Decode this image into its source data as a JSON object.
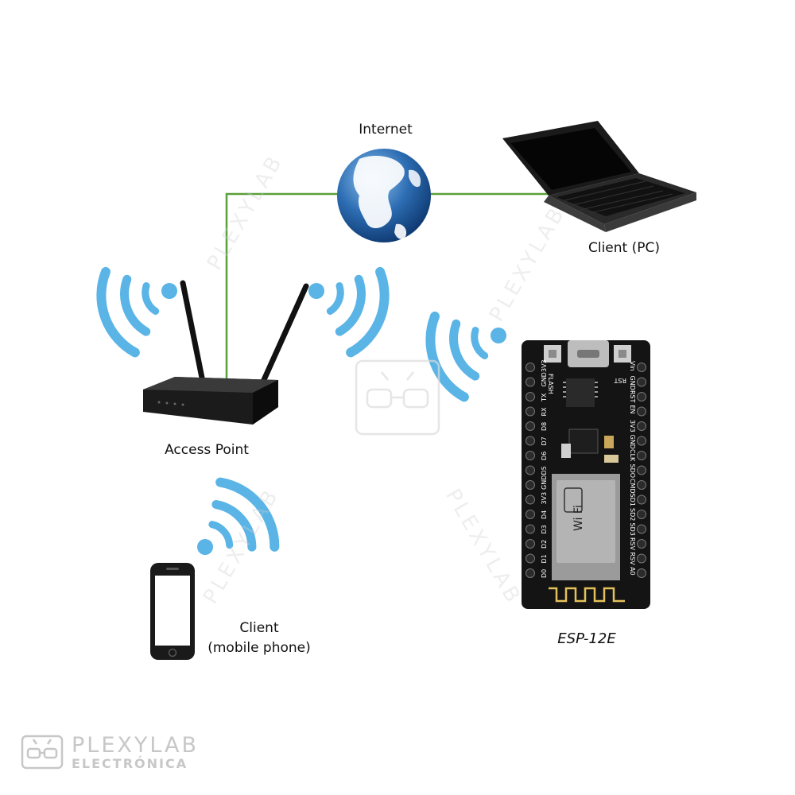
{
  "labels": {
    "internet": "Internet",
    "client_pc": "Client (PC)",
    "access_point": "Access Point",
    "client_mobile_line1": "Client",
    "client_mobile_line2": "(mobile phone)",
    "esp": "ESP-12E"
  },
  "board": {
    "left_pins": [
      "D0",
      "D1",
      "D2",
      "D3",
      "D4",
      "3V3",
      "GND",
      "D5",
      "D6",
      "D7",
      "D8",
      "RX",
      "TX",
      "GND",
      "3V3"
    ],
    "right_pins": [
      "A0",
      "RSV",
      "RSV",
      "SD3",
      "SD2",
      "SD1",
      "CMD",
      "SDO",
      "CLK",
      "GND",
      "3V3",
      "EN",
      "RST",
      "GND",
      "Vin"
    ],
    "buttons": [
      "RST",
      "FLASH"
    ],
    "chip_text": "Wi Fi"
  },
  "watermark": {
    "brand": "PLEXYLAB",
    "sub": "ELECTRÓNICA"
  },
  "colors": {
    "link_line": "#5aa03a",
    "wifi_wave": "#5ab4e6",
    "board": "#141414",
    "router": "#1b1b1b"
  }
}
